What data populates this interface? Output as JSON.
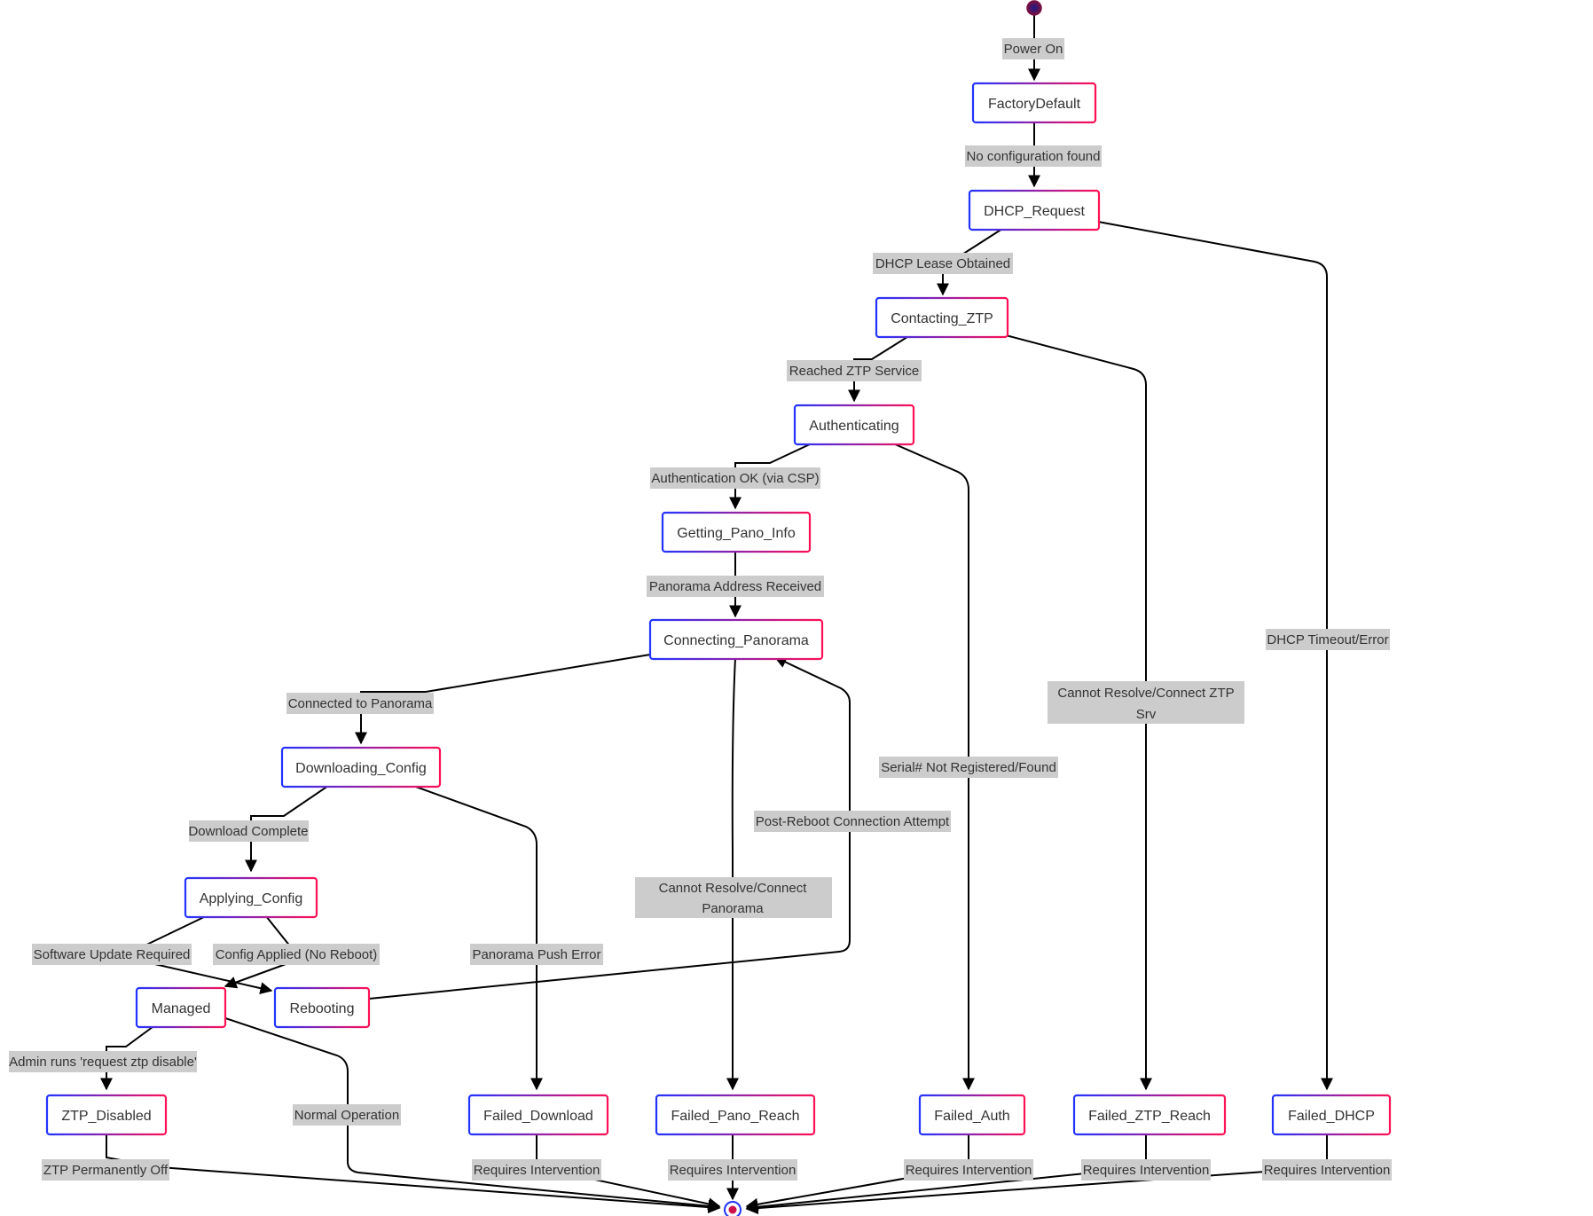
{
  "colors": {
    "node_border_start": "#2233ff",
    "node_border_end": "#ff1155",
    "label_bg": "#cccccc",
    "edge": "#000000",
    "text": "#333333"
  },
  "states": {
    "factory_default": "FactoryDefault",
    "dhcp_request": "DHCP_Request",
    "contacting_ztp": "Contacting_ZTP",
    "authenticating": "Authenticating",
    "getting_pano_info": "Getting_Pano_Info",
    "connecting_panorama": "Connecting_Panorama",
    "downloading_config": "Downloading_Config",
    "applying_config": "Applying_Config",
    "managed": "Managed",
    "rebooting": "Rebooting",
    "ztp_disabled": "ZTP_Disabled",
    "failed_download": "Failed_Download",
    "failed_pano_reach": "Failed_Pano_Reach",
    "failed_auth": "Failed_Auth",
    "failed_ztp_reach": "Failed_ZTP_Reach",
    "failed_dhcp": "Failed_DHCP"
  },
  "transitions": {
    "power_on": "Power On",
    "no_config": "No configuration found",
    "dhcp_lease": "DHCP Lease Obtained",
    "dhcp_timeout": "DHCP Timeout/Error",
    "reached_ztp": "Reached ZTP Service",
    "cannot_ztp_line1": "Cannot Resolve/Connect ZTP",
    "cannot_ztp_line2": "Srv",
    "auth_ok": "Authentication OK (via CSP)",
    "serial_not_found": "Serial# Not Registered/Found",
    "pano_address": "Panorama Address Received",
    "connected_panorama": "Connected to Panorama",
    "cannot_pano_line1": "Cannot Resolve/Connect",
    "cannot_pano_line2": "Panorama",
    "post_reboot": "Post-Reboot Connection Attempt",
    "download_complete": "Download Complete",
    "panorama_push_error": "Panorama Push Error",
    "software_update": "Software Update Required",
    "config_applied": "Config Applied (No Reboot)",
    "admin_disable": "Admin runs 'request ztp disable'",
    "normal_operation": "Normal Operation",
    "ztp_off": "ZTP Permanently Off",
    "requires_intervention": "Requires Intervention"
  }
}
